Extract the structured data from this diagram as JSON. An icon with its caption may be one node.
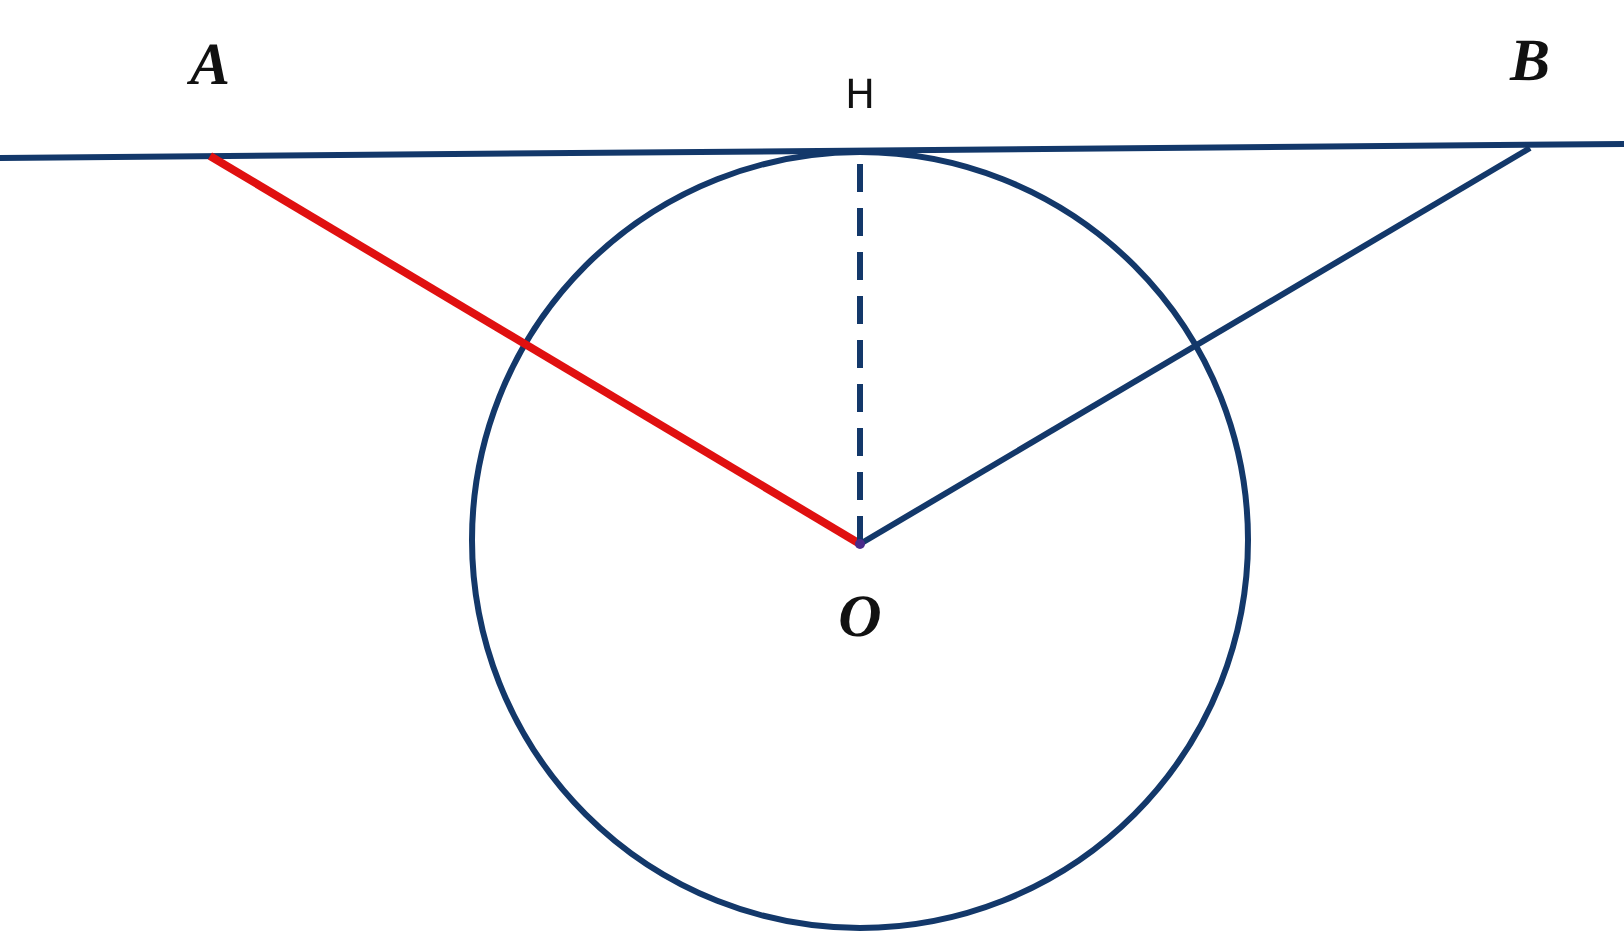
{
  "diagram": {
    "nodes": [
      {
        "text": [
          "A"
        ]
      },
      {
        "text": [
          "H"
        ]
      },
      {
        "text": [
          "B"
        ]
      },
      {
        "text": [
          "O"
        ]
      }
    ],
    "edges": [
      {
        "from": 3,
        "to": 0,
        "arrow": "none",
        "color": "#e01010"
      },
      {
        "from": 3,
        "to": 1,
        "arrow": "none",
        "style": "dashed"
      },
      {
        "from": 3,
        "to": 2,
        "arrow": "none"
      }
    ]
  }
}
